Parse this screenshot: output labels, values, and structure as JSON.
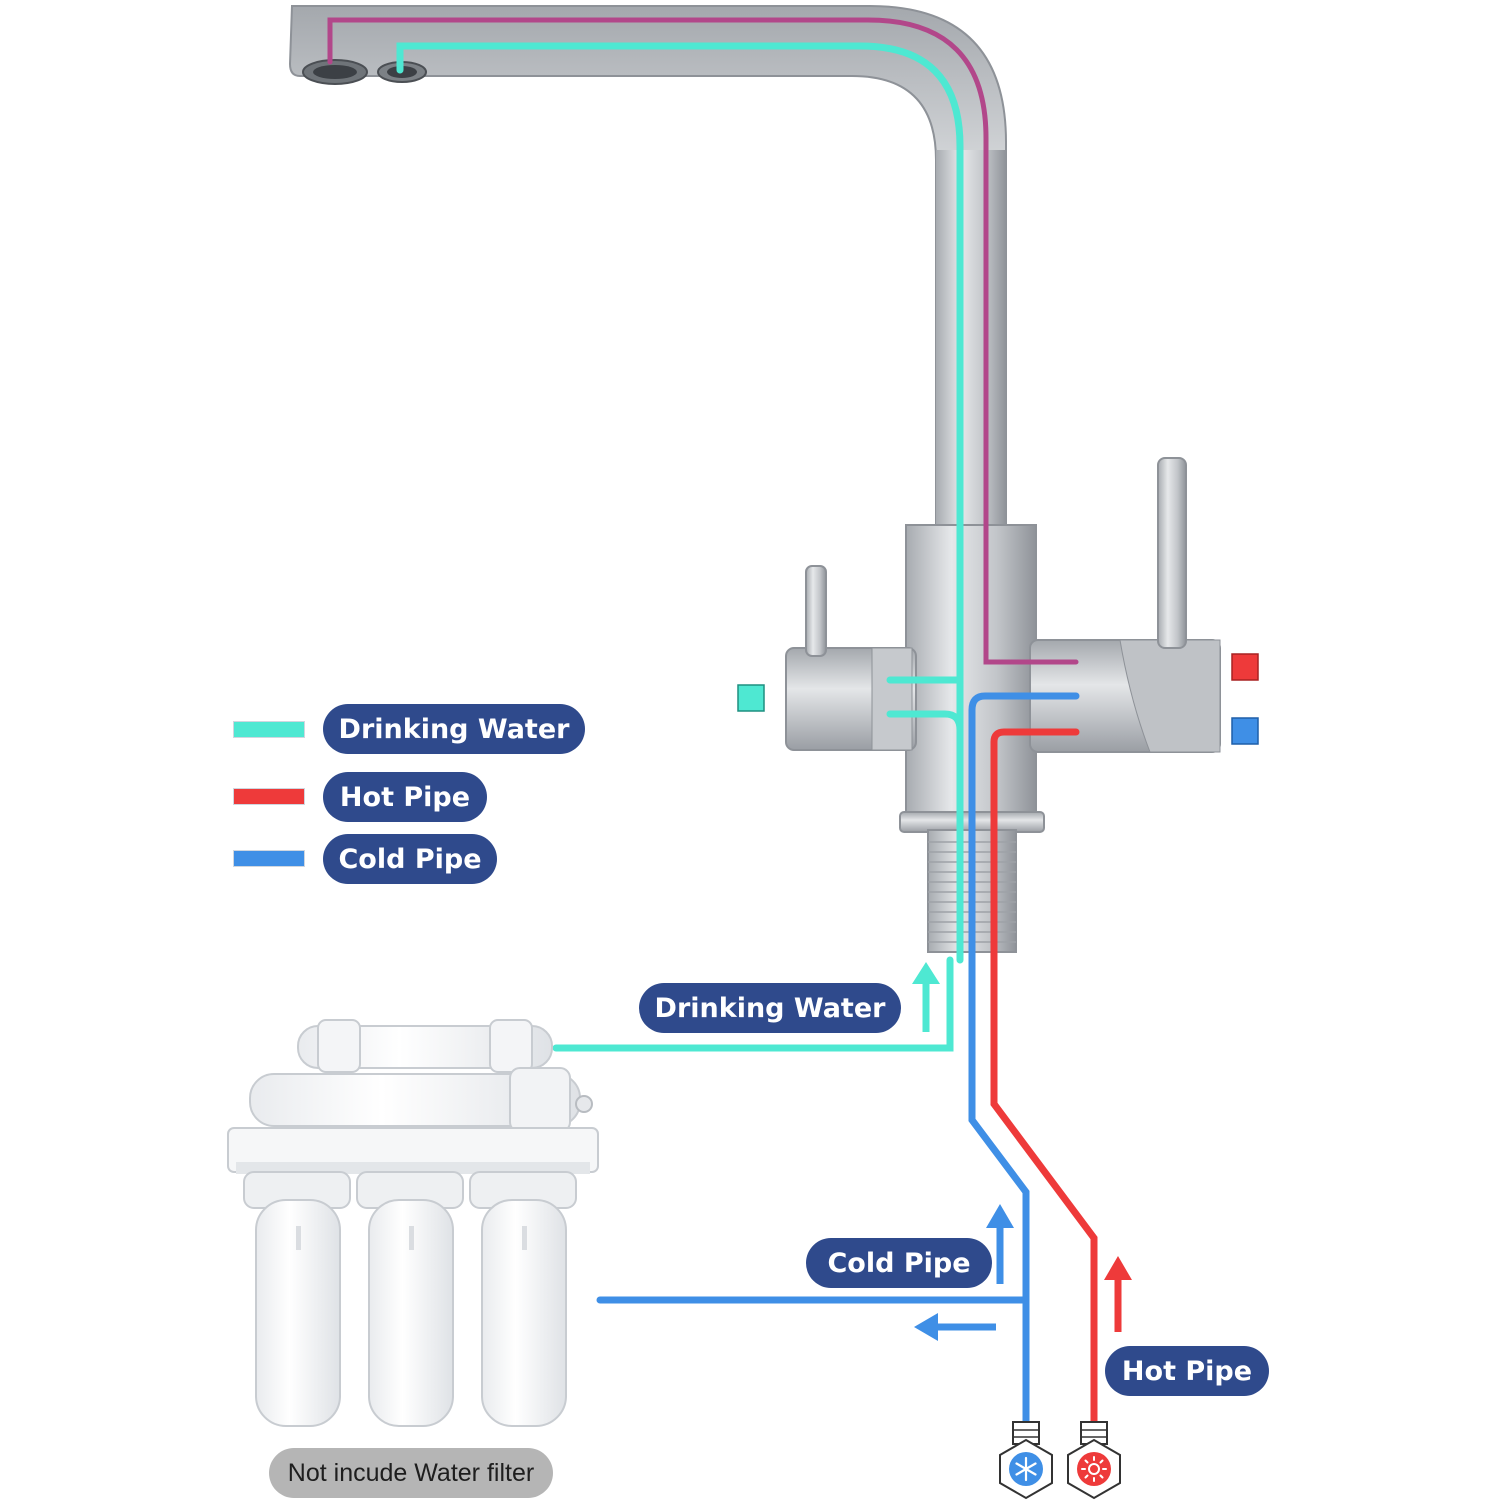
{
  "legend": {
    "items": [
      {
        "label": "Drinking Water",
        "color": "#4ee8d2"
      },
      {
        "label": "Hot Pipe",
        "color": "#ee3a3a"
      },
      {
        "label": "Cold Pipe",
        "color": "#3f8fe6"
      }
    ]
  },
  "callouts": {
    "drinking_water": "Drinking Water",
    "cold_pipe": "Cold Pipe",
    "hot_pipe": "Hot Pipe"
  },
  "filter_note": "Not incude Water filter",
  "colors": {
    "label_background": "#2f4a8c",
    "drinking": "#4ee8d2",
    "hot": "#ee3a3a",
    "cold": "#3f8fe6",
    "steel": "#c9ccd0",
    "note_background": "#b5b5b5"
  },
  "icons": {
    "faucet": "kitchen-faucet-illustration",
    "filter": "water-filter-illustration",
    "cold_valve": "snowflake-icon",
    "hot_valve": "sun-icon"
  }
}
